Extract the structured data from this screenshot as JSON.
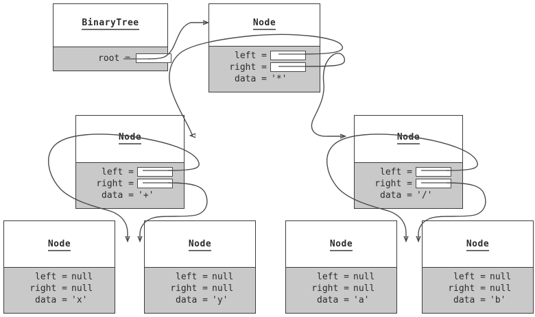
{
  "diagram": {
    "title": "Binary expression tree object diagram",
    "colors": {
      "field_band": "#c9c9c9",
      "box_border": "#3a3a3a",
      "connector": "#4a4a4a",
      "background": "#ffffff",
      "text": "#2b2b2b"
    }
  },
  "labels": {
    "left": "left =",
    "right": "right =",
    "data": "data =",
    "root": "root ="
  },
  "boxes": [
    {
      "id": "binarytree",
      "type": "BinaryTree",
      "title": "BinaryTree",
      "fields": {
        "root_label": "root =",
        "root_value": ""
      }
    },
    {
      "id": "node-star",
      "type": "Node",
      "title": "Node",
      "fields": {
        "left_label": "left =",
        "left_value": "",
        "right_label": "right =",
        "right_value": "",
        "data_label": "data =",
        "data_value": "'*'"
      }
    },
    {
      "id": "node-plus",
      "type": "Node",
      "title": "Node",
      "fields": {
        "left_label": "left =",
        "left_value": "",
        "right_label": "right =",
        "right_value": "",
        "data_label": "data =",
        "data_value": "'+'"
      }
    },
    {
      "id": "node-slash",
      "type": "Node",
      "title": "Node",
      "fields": {
        "left_label": "left =",
        "left_value": "",
        "right_label": "right =",
        "right_value": "",
        "data_label": "data =",
        "data_value": "'/'"
      }
    },
    {
      "id": "node-x",
      "type": "Node",
      "title": "Node",
      "fields": {
        "left_label": "left =",
        "left_value": "null",
        "right_label": "right =",
        "right_value": "null",
        "data_label": "data =",
        "data_value": "'x'"
      }
    },
    {
      "id": "node-y",
      "type": "Node",
      "title": "Node",
      "fields": {
        "left_label": "left =",
        "left_value": "null",
        "right_label": "right =",
        "right_value": "null",
        "data_label": "data =",
        "data_value": "'y'"
      }
    },
    {
      "id": "node-a",
      "type": "Node",
      "title": "Node",
      "fields": {
        "left_label": "left =",
        "left_value": "null",
        "right_label": "right =",
        "right_value": "null",
        "data_label": "data =",
        "data_value": "'a'"
      }
    },
    {
      "id": "node-b",
      "type": "Node",
      "title": "Node",
      "fields": {
        "left_label": "left =",
        "left_value": "null",
        "right_label": "right =",
        "right_value": "null",
        "data_label": "data =",
        "data_value": "'b'"
      }
    }
  ],
  "references": [
    {
      "from": "binarytree.root",
      "to": "node-star"
    },
    {
      "from": "node-star.left",
      "to": "node-plus"
    },
    {
      "from": "node-star.right",
      "to": "node-slash"
    },
    {
      "from": "node-plus.left",
      "to": "node-x"
    },
    {
      "from": "node-plus.right",
      "to": "node-y"
    },
    {
      "from": "node-slash.left",
      "to": "node-a"
    },
    {
      "from": "node-slash.right",
      "to": "node-b"
    }
  ]
}
